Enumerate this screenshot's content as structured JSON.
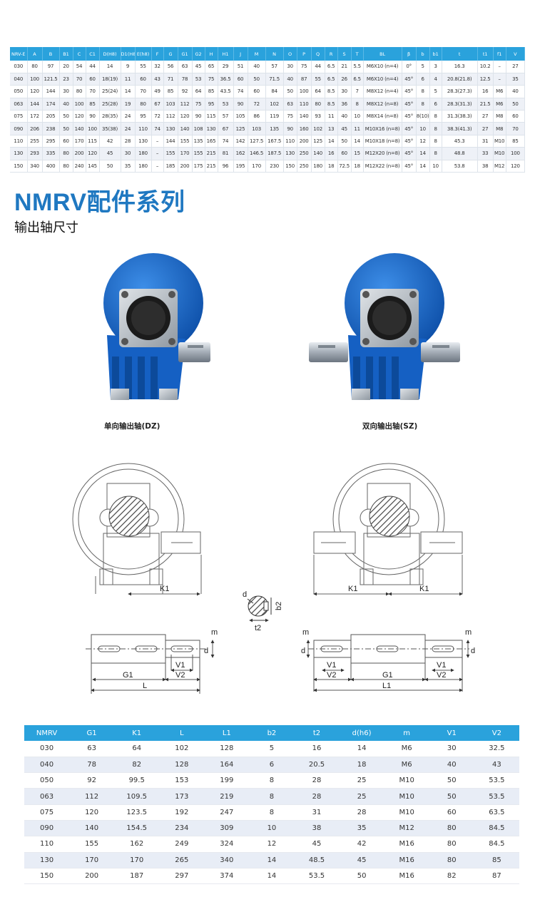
{
  "top_table": {
    "headers": [
      "NRV-E",
      "A",
      "B",
      "B1",
      "C",
      "C1",
      "D(H8)",
      "D1(H8)",
      "E(h8)",
      "F",
      "G",
      "G1",
      "G2",
      "H",
      "H1",
      "J",
      "M",
      "N",
      "O",
      "P",
      "Q",
      "R",
      "S",
      "T",
      "BL",
      "β",
      "b",
      "b1",
      "t",
      "t1",
      "f1",
      "V"
    ],
    "rows": [
      [
        "030",
        "80",
        "97",
        "20",
        "54",
        "44",
        "14",
        "9",
        "55",
        "32",
        "56",
        "63",
        "45",
        "65",
        "29",
        "51",
        "40",
        "57",
        "30",
        "75",
        "44",
        "6.5",
        "21",
        "5.5",
        "M6X10 (n=4)",
        "0°",
        "5",
        "3",
        "16.3",
        "10.2",
        "–",
        "27"
      ],
      [
        "040",
        "100",
        "121.5",
        "23",
        "70",
        "60",
        "18(19)",
        "11",
        "60",
        "43",
        "71",
        "78",
        "53",
        "75",
        "36.5",
        "60",
        "50",
        "71.5",
        "40",
        "87",
        "55",
        "6.5",
        "26",
        "6.5",
        "M6X10 (n=4)",
        "45°",
        "6",
        "4",
        "20.8(21.8)",
        "12.5",
        "–",
        "35"
      ],
      [
        "050",
        "120",
        "144",
        "30",
        "80",
        "70",
        "25(24)",
        "14",
        "70",
        "49",
        "85",
        "92",
        "64",
        "85",
        "43.5",
        "74",
        "60",
        "84",
        "50",
        "100",
        "64",
        "8.5",
        "30",
        "7",
        "M8X12 (n=4)",
        "45°",
        "8",
        "5",
        "28.3(27.3)",
        "16",
        "M6",
        "40"
      ],
      [
        "063",
        "144",
        "174",
        "40",
        "100",
        "85",
        "25(28)",
        "19",
        "80",
        "67",
        "103",
        "112",
        "75",
        "95",
        "53",
        "90",
        "72",
        "102",
        "63",
        "110",
        "80",
        "8.5",
        "36",
        "8",
        "M8X12 (n=8)",
        "45°",
        "8",
        "6",
        "28.3(31.3)",
        "21.5",
        "M6",
        "50"
      ],
      [
        "075",
        "172",
        "205",
        "50",
        "120",
        "90",
        "28(35)",
        "24",
        "95",
        "72",
        "112",
        "120",
        "90",
        "115",
        "57",
        "105",
        "86",
        "119",
        "75",
        "140",
        "93",
        "11",
        "40",
        "10",
        "M8X14 (n=8)",
        "45°",
        "8(10)",
        "8",
        "31.3(38.3)",
        "27",
        "M8",
        "60"
      ],
      [
        "090",
        "206",
        "238",
        "50",
        "140",
        "100",
        "35(38)",
        "24",
        "110",
        "74",
        "130",
        "140",
        "108",
        "130",
        "67",
        "125",
        "103",
        "135",
        "90",
        "160",
        "102",
        "13",
        "45",
        "11",
        "M10X16 (n=8)",
        "45°",
        "10",
        "8",
        "38.3(41.3)",
        "27",
        "M8",
        "70"
      ],
      [
        "110",
        "255",
        "295",
        "60",
        "170",
        "115",
        "42",
        "28",
        "130",
        "–",
        "144",
        "155",
        "135",
        "165",
        "74",
        "142",
        "127.5",
        "167.5",
        "110",
        "200",
        "125",
        "14",
        "50",
        "14",
        "M10X18 (n=8)",
        "45°",
        "12",
        "8",
        "45.3",
        "31",
        "M10",
        "85"
      ],
      [
        "130",
        "293",
        "335",
        "80",
        "200",
        "120",
        "45",
        "30",
        "180",
        "–",
        "155",
        "170",
        "155",
        "215",
        "81",
        "162",
        "146.5",
        "187.5",
        "130",
        "250",
        "140",
        "16",
        "60",
        "15",
        "M12X20 (n=8)",
        "45°",
        "14",
        "8",
        "48.8",
        "33",
        "M10",
        "100"
      ],
      [
        "150",
        "340",
        "400",
        "80",
        "240",
        "145",
        "50",
        "35",
        "180",
        "–",
        "185",
        "200",
        "175",
        "215",
        "96",
        "195",
        "170",
        "230",
        "150",
        "250",
        "180",
        "18",
        "72.5",
        "18",
        "M12X22 (n=8)",
        "45°",
        "14",
        "10",
        "53.8",
        "38",
        "M12",
        "120"
      ]
    ]
  },
  "series_title": "NMRV配件系列",
  "series_subtitle": "输出轴尺寸",
  "captions": {
    "left": "单向输出轴(DZ)",
    "right": "双向输出轴(SZ)"
  },
  "dim_labels": {
    "K1": "K1",
    "d": "d",
    "b2": "b2",
    "t2": "t2",
    "m": "m",
    "G1": "G1",
    "V1": "V1",
    "V2": "V2",
    "L": "L",
    "L1": "L1"
  },
  "colors": {
    "table_header": "#2aa2dc",
    "title_blue": "#1f78c1",
    "row_alt": "#eef1f7"
  },
  "bottom_table": {
    "headers": [
      "NMRV",
      "G1",
      "K1",
      "L",
      "L1",
      "b2",
      "t2",
      "d(h6)",
      "m",
      "V1",
      "V2"
    ],
    "rows": [
      [
        "030",
        "63",
        "64",
        "102",
        "128",
        "5",
        "16",
        "14",
        "M6",
        "30",
        "32.5"
      ],
      [
        "040",
        "78",
        "82",
        "128",
        "164",
        "6",
        "20.5",
        "18",
        "M6",
        "40",
        "43"
      ],
      [
        "050",
        "92",
        "99.5",
        "153",
        "199",
        "8",
        "28",
        "25",
        "M10",
        "50",
        "53.5"
      ],
      [
        "063",
        "112",
        "109.5",
        "173",
        "219",
        "8",
        "28",
        "25",
        "M10",
        "50",
        "53.5"
      ],
      [
        "075",
        "120",
        "123.5",
        "192",
        "247",
        "8",
        "31",
        "28",
        "M10",
        "60",
        "63.5"
      ],
      [
        "090",
        "140",
        "154.5",
        "234",
        "309",
        "10",
        "38",
        "35",
        "M12",
        "80",
        "84.5"
      ],
      [
        "110",
        "155",
        "162",
        "249",
        "324",
        "12",
        "45",
        "42",
        "M16",
        "80",
        "84.5"
      ],
      [
        "130",
        "170",
        "170",
        "265",
        "340",
        "14",
        "48.5",
        "45",
        "M16",
        "80",
        "85"
      ],
      [
        "150",
        "200",
        "187",
        "297",
        "374",
        "14",
        "53.5",
        "50",
        "M16",
        "82",
        "87"
      ]
    ]
  }
}
